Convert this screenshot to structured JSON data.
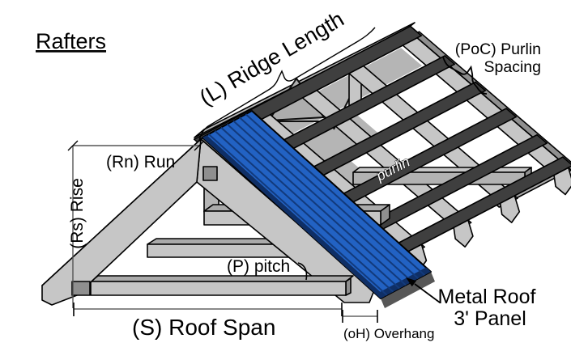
{
  "title": "Rafters",
  "labels": {
    "ridge_length": "(L) Ridge Length",
    "purlin_spacing_line1": "(PoC) Purlin",
    "purlin_spacing_line2": "Spacing",
    "run": "(Rn) Run",
    "rise": "(Rs) Rise",
    "purlin": "purlin",
    "pitch": "(P) pitch",
    "roof_span": "(S) Roof Span",
    "overhang": "(oH) Overhang",
    "panel_line1": "Metal Roof",
    "panel_line2": "3' Panel"
  },
  "colors": {
    "frame_light": "#c6c6c6",
    "frame_mid": "#aaaaaa",
    "frame_dark": "#8f8f8f",
    "inside_gray": "#b5b5b5",
    "purlin_dark": "#3f3f3f",
    "panel_blue": "#2262c3",
    "panel_rib": "#123a7c",
    "panel_edge": "#0f2f66",
    "ink": "#000000",
    "dim_line": "#8a8a8a"
  }
}
